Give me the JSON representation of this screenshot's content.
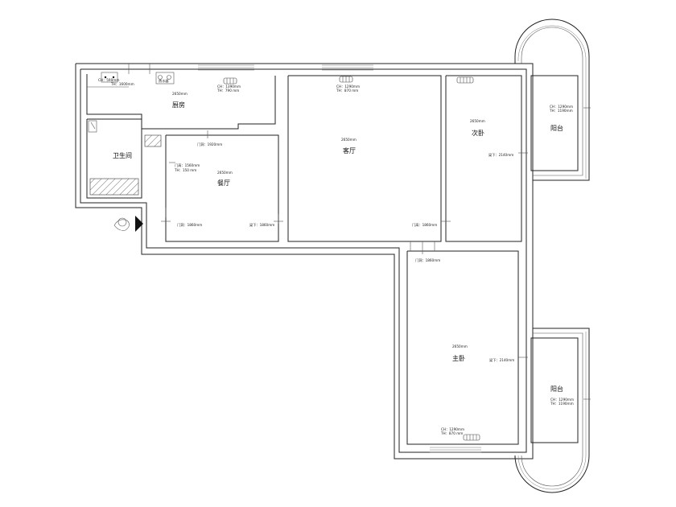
{
  "rooms": {
    "kitchen": {
      "name": "厨房",
      "height": "2650mm"
    },
    "bathroom": {
      "name": "卫生间"
    },
    "dining": {
      "name": "餐厅",
      "height": "2650mm"
    },
    "living": {
      "name": "客厅",
      "height": "2650mm"
    },
    "second_bedroom": {
      "name": "次卧",
      "height": "2650mm"
    },
    "master_bedroom": {
      "name": "主卧",
      "height": "2650mm"
    },
    "balcony_top": {
      "name": "阳台"
    },
    "balcony_bottom": {
      "name": "阳台"
    }
  },
  "labels": {
    "water_heater": "热水器",
    "kitchen_sink_ch": "CH：590mm",
    "kitchen_sink_th": "TH：1600mm",
    "kitchen_win_ch": "CH：1390mm",
    "kitchen_win_th": "TH：790 mm",
    "living_win_ch": "CH：1290mm",
    "living_win_th": "TH：870 mm",
    "dining_door_top": "门洞：1920mm",
    "bath_door_h": "门高：1560mm",
    "bath_door_th": "TH：150 mm",
    "dining_door_left": "门洞：1860mm",
    "dining_beam": "梁下：1860mm",
    "living_door": "门高：1860mm",
    "second_beam": "梁下：2140mm",
    "master_door": "门洞：1860mm",
    "master_beam": "梁下：2140mm",
    "master_win_ch": "CH：1290mm",
    "master_win_th": "TH：870 mm",
    "balcony_top_ch": "CH：1290mm",
    "balcony_top_th": "TH：1190mm",
    "balcony_bottom_ch": "CH：1290mm",
    "balcony_bottom_th": "TH：1190mm"
  },
  "icons": {
    "entry": "entry-person-icon",
    "entry_arrow": "entry-arrow-icon",
    "radiator": "radiator-icon",
    "sink": "sink-icon"
  }
}
